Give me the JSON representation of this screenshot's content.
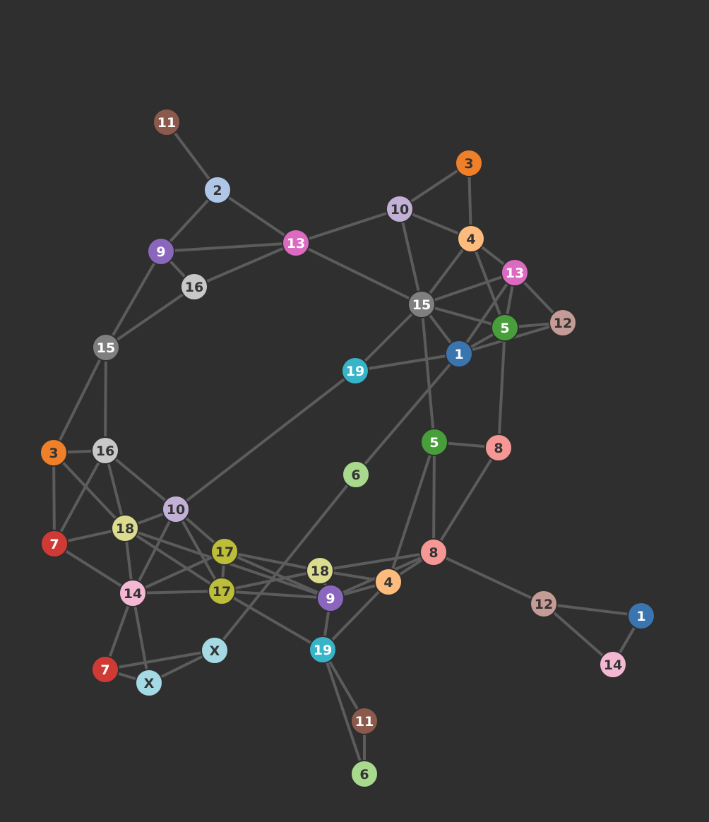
{
  "graph": {
    "palette": {
      "1": "#3a75b0",
      "2": "#aec7e8",
      "3": "#f07f2a",
      "4": "#fdbb7e",
      "5": "#479e3a",
      "6": "#a8d98c",
      "7": "#d03a34",
      "8": "#f59895",
      "9": "#8a67bd",
      "10": "#c3b0d6",
      "11": "#8c5a4d",
      "12": "#c49b95",
      "13": "#dc6ac0",
      "14": "#f5b8d4",
      "15": "#7f7f7f",
      "16": "#c8c8c8",
      "17": "#bcbd38",
      "18": "#dbdc8e",
      "19": "#38b4c8",
      "X": "#a4dae4"
    },
    "nodes": [
      {
        "id": "n11a",
        "label": "11"
      },
      {
        "id": "n2",
        "label": "2"
      },
      {
        "id": "n9a",
        "label": "9"
      },
      {
        "id": "n16a",
        "label": "16"
      },
      {
        "id": "n13a",
        "label": "13"
      },
      {
        "id": "n15a",
        "label": "15"
      },
      {
        "id": "n10a",
        "label": "10"
      },
      {
        "id": "n3a",
        "label": "3"
      },
      {
        "id": "n4a",
        "label": "4"
      },
      {
        "id": "n13b",
        "label": "13"
      },
      {
        "id": "n15b",
        "label": "15"
      },
      {
        "id": "n12a",
        "label": "12"
      },
      {
        "id": "n5a",
        "label": "5"
      },
      {
        "id": "n1a",
        "label": "1"
      },
      {
        "id": "n19a",
        "label": "19"
      },
      {
        "id": "n3b",
        "label": "3"
      },
      {
        "id": "n16b",
        "label": "16"
      },
      {
        "id": "n6a",
        "label": "6"
      },
      {
        "id": "n5b",
        "label": "5"
      },
      {
        "id": "n8a",
        "label": "8"
      },
      {
        "id": "n10b",
        "label": "10"
      },
      {
        "id": "n18a",
        "label": "18"
      },
      {
        "id": "n7a",
        "label": "7"
      },
      {
        "id": "n17a",
        "label": "17"
      },
      {
        "id": "n8b",
        "label": "8"
      },
      {
        "id": "n18b",
        "label": "18"
      },
      {
        "id": "n4b",
        "label": "4"
      },
      {
        "id": "n14a",
        "label": "14"
      },
      {
        "id": "n17b",
        "label": "17"
      },
      {
        "id": "n9b",
        "label": "9"
      },
      {
        "id": "n12b",
        "label": "12"
      },
      {
        "id": "n1b",
        "label": "1"
      },
      {
        "id": "nXa",
        "label": "X"
      },
      {
        "id": "n19b",
        "label": "19"
      },
      {
        "id": "n14b",
        "label": "14"
      },
      {
        "id": "n7b",
        "label": "7"
      },
      {
        "id": "nXb",
        "label": "X"
      },
      {
        "id": "n11b",
        "label": "11"
      },
      {
        "id": "n6b",
        "label": "6"
      }
    ],
    "edges": [
      [
        "n11a",
        "n2"
      ],
      [
        "n2",
        "n9a"
      ],
      [
        "n2",
        "n13a"
      ],
      [
        "n9a",
        "n13a"
      ],
      [
        "n9a",
        "n16a"
      ],
      [
        "n16a",
        "n13a"
      ],
      [
        "n9a",
        "n15a"
      ],
      [
        "n16a",
        "n15a"
      ],
      [
        "n13a",
        "n10a"
      ],
      [
        "n13a",
        "n15b"
      ],
      [
        "n10a",
        "n3a"
      ],
      [
        "n10a",
        "n4a"
      ],
      [
        "n3a",
        "n4a"
      ],
      [
        "n10a",
        "n15b"
      ],
      [
        "n4a",
        "n13b"
      ],
      [
        "n4a",
        "n15b"
      ],
      [
        "n4a",
        "n5a"
      ],
      [
        "n13b",
        "n15b"
      ],
      [
        "n13b",
        "n12a"
      ],
      [
        "n13b",
        "n5a"
      ],
      [
        "n13b",
        "n1a"
      ],
      [
        "n15b",
        "n5a"
      ],
      [
        "n15b",
        "n1a"
      ],
      [
        "n15b",
        "n19a"
      ],
      [
        "n15b",
        "n5b"
      ],
      [
        "n5a",
        "n12a"
      ],
      [
        "n1a",
        "n12a"
      ],
      [
        "n1a",
        "n5a"
      ],
      [
        "n1a",
        "n19a"
      ],
      [
        "n1a",
        "n6a"
      ],
      [
        "n5a",
        "n8a"
      ],
      [
        "n19a",
        "n10b"
      ],
      [
        "n15a",
        "n3b"
      ],
      [
        "n15a",
        "n16b"
      ],
      [
        "n3b",
        "n16b"
      ],
      [
        "n3b",
        "n7a"
      ],
      [
        "n3b",
        "n18a"
      ],
      [
        "n16b",
        "n7a"
      ],
      [
        "n16b",
        "n18a"
      ],
      [
        "n16b",
        "n10b"
      ],
      [
        "n7a",
        "n18a"
      ],
      [
        "n7a",
        "n14a"
      ],
      [
        "n18a",
        "n10b"
      ],
      [
        "n18a",
        "n14a"
      ],
      [
        "n18a",
        "n17b"
      ],
      [
        "n18a",
        "n9b"
      ],
      [
        "n10b",
        "n14a"
      ],
      [
        "n10b",
        "n17a"
      ],
      [
        "n10b",
        "n17b"
      ],
      [
        "n14a",
        "n17a"
      ],
      [
        "n14a",
        "n17b"
      ],
      [
        "n14a",
        "n7b"
      ],
      [
        "n14a",
        "nXb"
      ],
      [
        "n17a",
        "n17b"
      ],
      [
        "n17a",
        "n18b"
      ],
      [
        "n17a",
        "n9b"
      ],
      [
        "n17b",
        "n18b"
      ],
      [
        "n17b",
        "n9b"
      ],
      [
        "n17b",
        "n19b"
      ],
      [
        "n18b",
        "n8b"
      ],
      [
        "n18b",
        "n4b"
      ],
      [
        "n18b",
        "n9b"
      ],
      [
        "n9b",
        "n4b"
      ],
      [
        "n9b",
        "n8b"
      ],
      [
        "n9b",
        "n19b"
      ],
      [
        "n4b",
        "n8b"
      ],
      [
        "n4b",
        "n19b"
      ],
      [
        "n5b",
        "n4b"
      ],
      [
        "n5b",
        "n8b"
      ],
      [
        "n5b",
        "n8a"
      ],
      [
        "n8a",
        "n8b"
      ],
      [
        "n8b",
        "n12b"
      ],
      [
        "n12b",
        "n1b"
      ],
      [
        "n12b",
        "n14b"
      ],
      [
        "n1b",
        "n14b"
      ],
      [
        "n6a",
        "nXa"
      ],
      [
        "nXa",
        "n7b"
      ],
      [
        "nXa",
        "nXb"
      ],
      [
        "n7b",
        "nXb"
      ],
      [
        "n19b",
        "n11b"
      ],
      [
        "n19b",
        "n6b"
      ],
      [
        "n11b",
        "n6b"
      ]
    ]
  }
}
